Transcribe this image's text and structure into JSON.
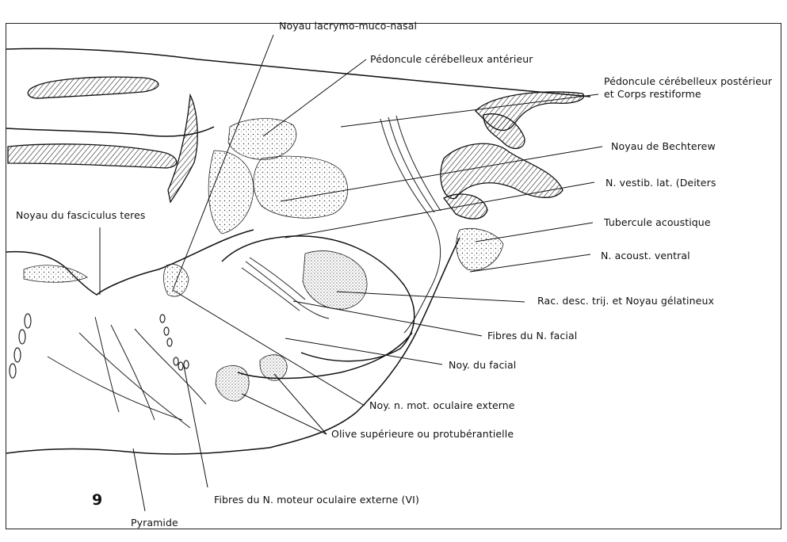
{
  "figure": {
    "number": "9",
    "labels": {
      "noyau_lacrymo": "Noyau lacrymo-muco-nasal",
      "pedoncule_anterieur": "Pédoncule cérébelleux antérieur",
      "pedoncule_posterieur_1": "Pédoncule cérébelleux postérieur",
      "pedoncule_posterieur_2": "et  Corps restiforme",
      "noyau_bechterew": "Noyau de Bechterew",
      "n_vestib": "N. vestib. lat. (Deiters",
      "noyau_fasciculus": "Noyau du fasciculus teres",
      "tubercule": "Tubercule acoustique",
      "n_acoust": "N. acoust. ventral",
      "rac_desc": "Rac. desc. trij. et Noyau gélatineux",
      "fibres_facial": "Fibres du N. facial",
      "noy_facial": "Noy. du facial",
      "noy_mot": "Noy. n. mot. oculaire externe",
      "olive": "Olive supérieure ou protubérantielle",
      "fibres_moteur": "Fibres du  N. moteur oculaire externe (VI)",
      "pyramide": "Pyramide"
    }
  }
}
